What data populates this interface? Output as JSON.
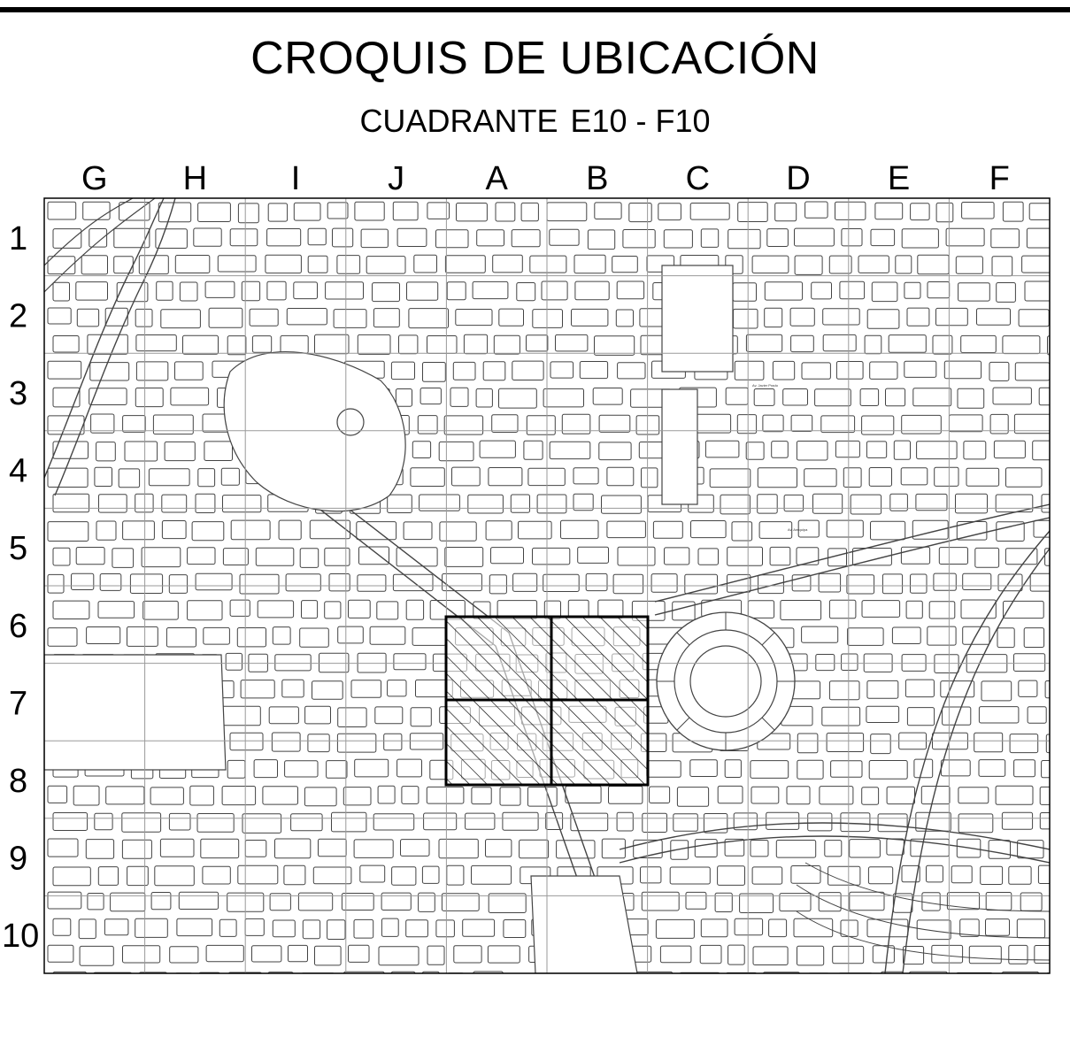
{
  "header": {
    "title": "CROQUIS DE UBICACIÓN",
    "subtitle_prefix": "CUADRANTE",
    "subtitle_code": "E10 - F10"
  },
  "grid": {
    "columns": [
      "G",
      "H",
      "I",
      "J",
      "A",
      "B",
      "C",
      "D",
      "E",
      "F"
    ],
    "rows": [
      "1",
      "2",
      "3",
      "4",
      "5",
      "6",
      "7",
      "8",
      "9",
      "10"
    ]
  },
  "colors": {
    "lines": "#000000",
    "streets": "#444444",
    "grid": "#9a9a9a",
    "background": "#ffffff"
  },
  "map": {
    "highlight_style": "hatched"
  }
}
